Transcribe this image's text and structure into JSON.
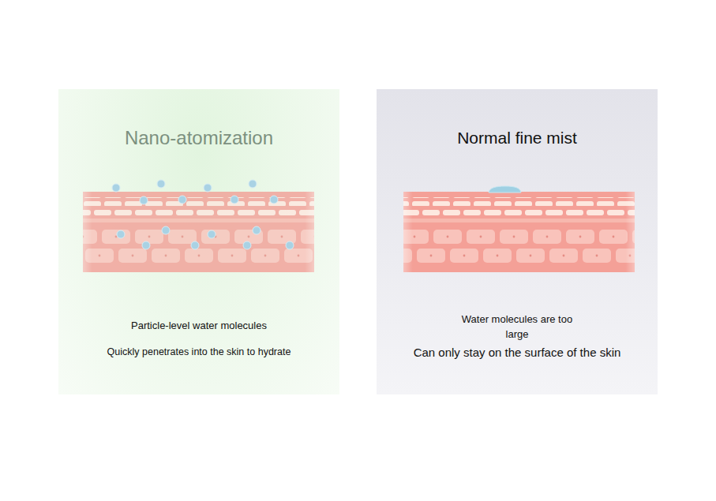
{
  "diagram": {
    "nodes": [
      {
        "text": [
          "Nano-atomization",
          "Particle-level water molecules",
          "Quickly penetrates into the skin to hydrate"
        ]
      },
      {
        "text": [
          "Normal fine mist",
          "Water molecules are too large",
          "Can only stay on the surface of the skin"
        ]
      }
    ]
  }
}
